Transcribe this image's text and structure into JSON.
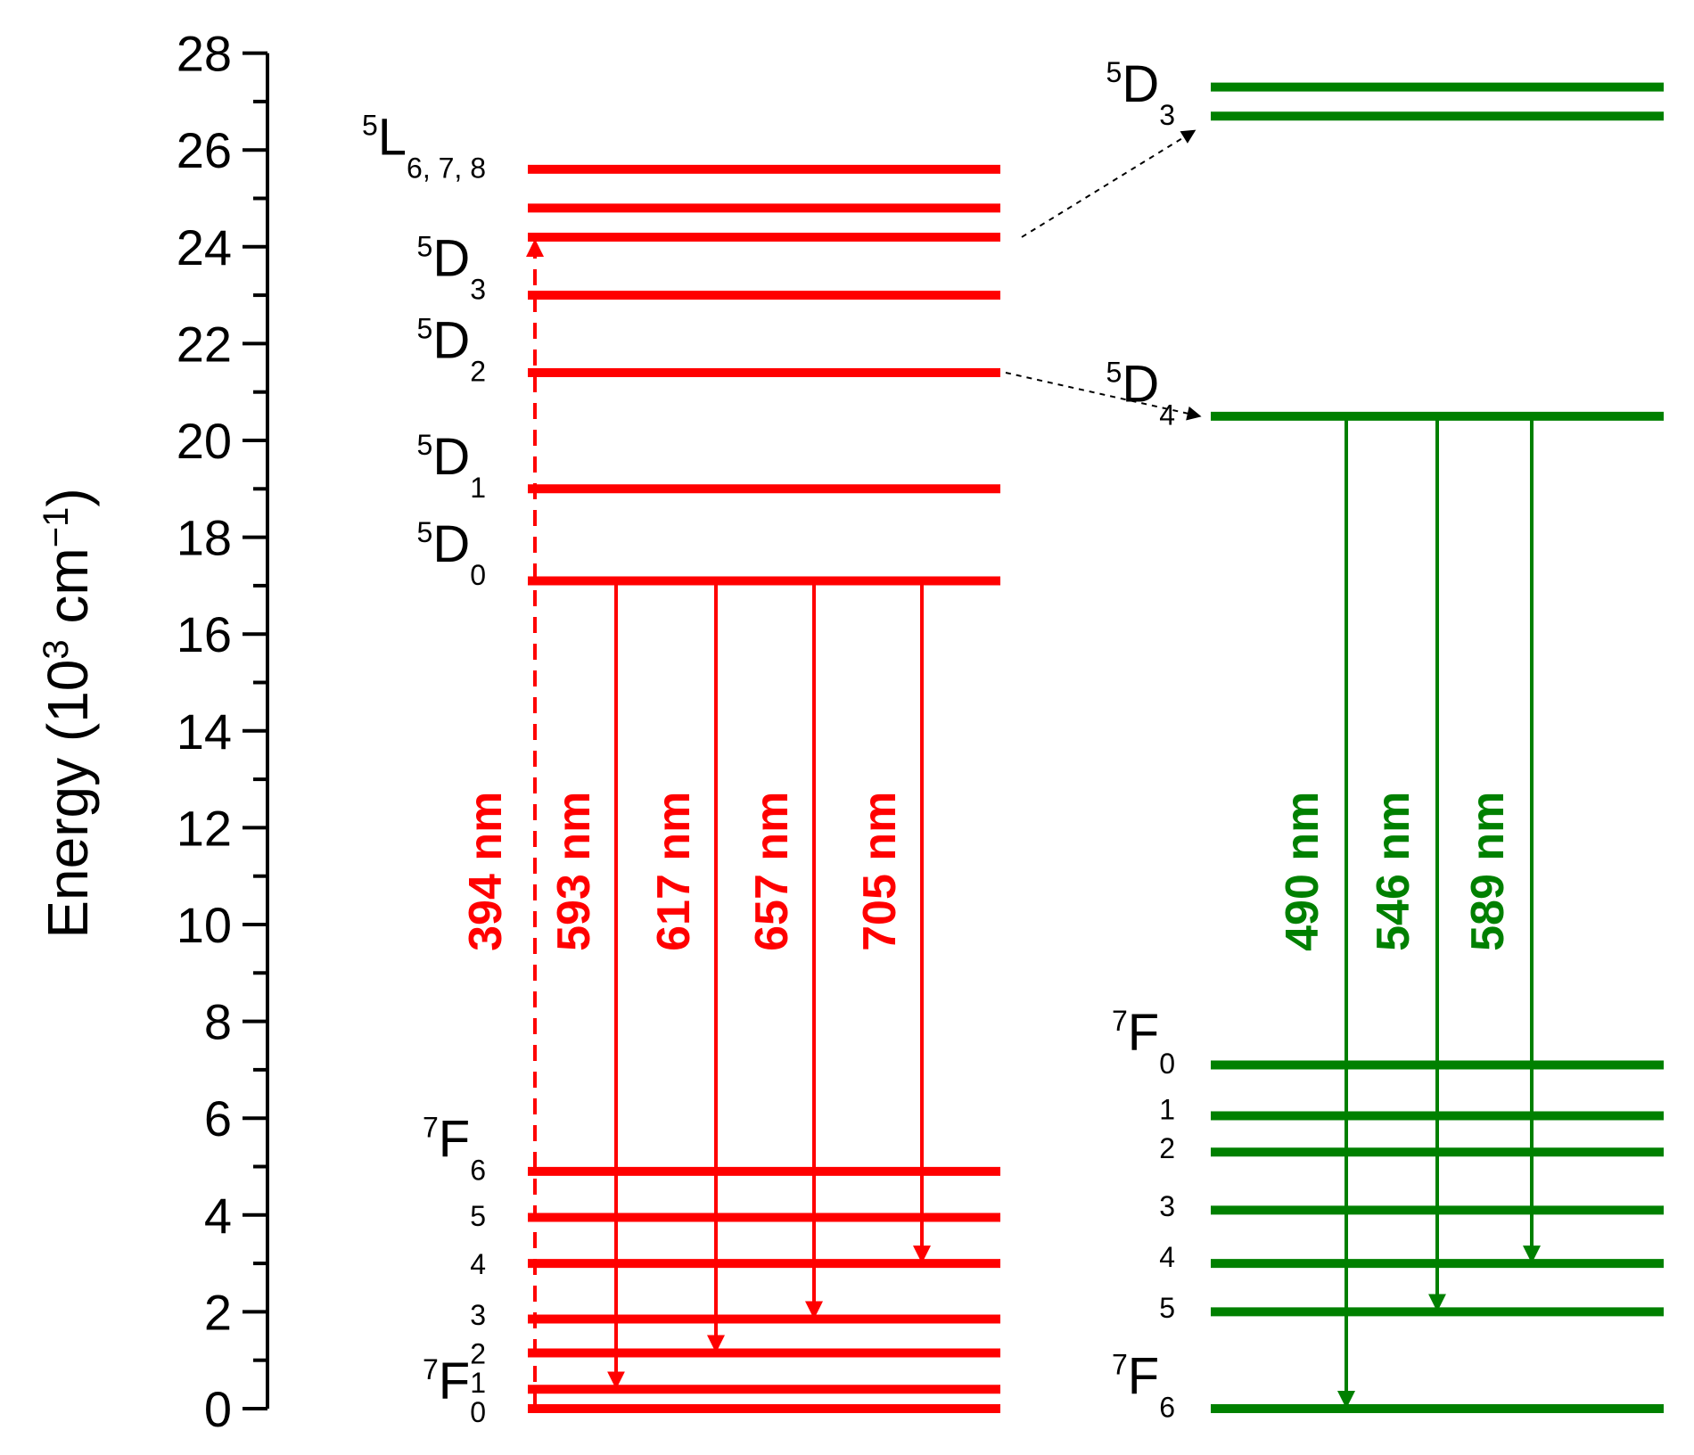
{
  "axis": {
    "label": "Energy (10",
    "label_sup": "3",
    "label_unit": " cm",
    "label_unit_sup": "−1",
    "label_close": ")",
    "min": 0,
    "max": 28,
    "major_step": 2,
    "minor_step": 1,
    "ticks": [
      "0",
      "2",
      "4",
      "6",
      "8",
      "10",
      "12",
      "14",
      "16",
      "18",
      "20",
      "22",
      "24",
      "26",
      "28"
    ]
  },
  "colors": {
    "eu": "#ff0000",
    "tb": "#008000",
    "text": "#000000",
    "transfer": "#000000"
  },
  "eu_levels": [
    0,
    0.4,
    1.15,
    1.85,
    3.0,
    3.95,
    4.9,
    17.1,
    19.0,
    21.4,
    23.0,
    24.2,
    24.8,
    25.6
  ],
  "tb_levels": [
    0,
    2.0,
    3.0,
    4.1,
    5.3,
    6.05,
    7.1,
    20.5,
    26.7,
    27.3
  ],
  "eu_labels": [
    {
      "sup": "5",
      "main": "L",
      "sub": "6, 7, 8",
      "e": 25.9
    },
    {
      "sup": "5",
      "main": "D",
      "sub": "3",
      "e": 23.4
    },
    {
      "sup": "5",
      "main": "D",
      "sub": "2",
      "e": 21.7
    },
    {
      "sup": "5",
      "main": "D",
      "sub": "1",
      "e": 19.3
    },
    {
      "sup": "5",
      "main": "D",
      "sub": "0",
      "e": 17.5
    },
    {
      "sup": "7",
      "main": "F",
      "sub": "6",
      "e": 5.2
    },
    {
      "sup": "",
      "main": "",
      "sub": "5",
      "e": 4.0
    },
    {
      "sup": "",
      "main": "",
      "sub": "4",
      "e": 3.0
    },
    {
      "sup": "",
      "main": "",
      "sub": "3",
      "e": 1.95
    },
    {
      "sup": "",
      "main": "",
      "sub": "2",
      "e": 1.15
    },
    {
      "sup": "7",
      "main": "F",
      "sub": "0",
      "e": 0.2
    },
    {
      "sup": "",
      "main": "",
      "sub": "1",
      "e": 0.55
    }
  ],
  "tb_labels": [
    {
      "sup": "5",
      "main": "D",
      "sub": "3",
      "e": 27.0
    },
    {
      "sup": "5",
      "main": "D",
      "sub": "4",
      "e": 20.8
    },
    {
      "sup": "7",
      "main": "F",
      "sub": "0",
      "e": 7.4
    },
    {
      "sup": "",
      "main": "",
      "sub": "1",
      "e": 6.2
    },
    {
      "sup": "",
      "main": "",
      "sub": "2",
      "e": 5.4
    },
    {
      "sup": "",
      "main": "",
      "sub": "3",
      "e": 4.2
    },
    {
      "sup": "",
      "main": "",
      "sub": "4",
      "e": 3.15
    },
    {
      "sup": "",
      "main": "",
      "sub": "5",
      "e": 2.1
    },
    {
      "sup": "7",
      "main": "F",
      "sub": "6",
      "e": 0.3
    }
  ],
  "excitation": {
    "label": "394 nm",
    "from": 0,
    "to": 24.2
  },
  "eu_emissions": [
    {
      "label": "593 nm",
      "from": 17.1,
      "to": 0.4
    },
    {
      "label": "617 nm",
      "from": 17.1,
      "to": 1.15
    },
    {
      "label": "657 nm",
      "from": 17.1,
      "to": 1.85
    },
    {
      "label": "705 nm",
      "from": 17.1,
      "to": 3.0
    }
  ],
  "tb_emissions": [
    {
      "label": "490 nm",
      "from": 20.5,
      "to": 0
    },
    {
      "label": "546 nm",
      "from": 20.5,
      "to": 2.0
    },
    {
      "label": "589 nm",
      "from": 20.5,
      "to": 3.0
    }
  ],
  "transfers": [
    {
      "from": 24.2,
      "to": 26.4
    },
    {
      "from": 21.4,
      "to": 20.5
    }
  ]
}
